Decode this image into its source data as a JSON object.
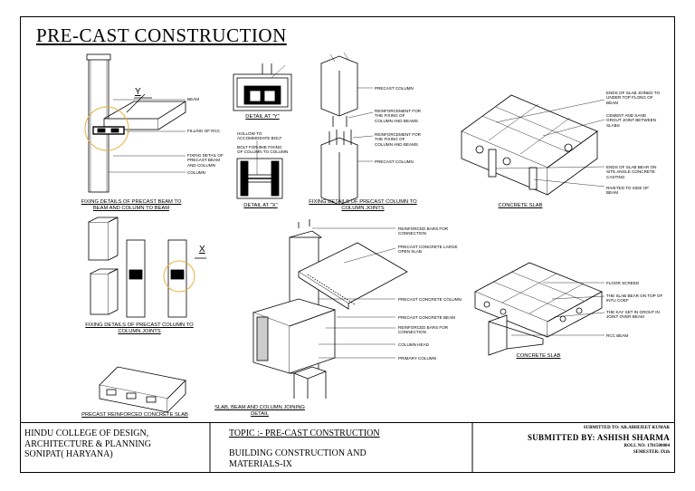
{
  "sheet_title": "PRE-CAST CONSTRUCTION",
  "axis_letters": {
    "y": "Y",
    "x": "X"
  },
  "captions": {
    "beam_column": "FIXING DETAILS OF PRECAST BEAM TO\nBEAM AND COLUMN TO BEAM",
    "detail_y": "DETAIL AT \"Y\"",
    "detail_x": "DETAIL AT \"X\"",
    "column_joints_top": "FIXING DETAILS OF PRECAST COLUMN TO\nCOLUMN JOINTS",
    "concrete_slab_top": "CONCRETE SLAB",
    "column_joints_left": "FIXING DETAILS OF PRECAST COLUMN TO\nCOLUMN JOINTS",
    "slab_beam_column": "SLAB, BEAM AND COLUMN JOINING\nDETAIL",
    "concrete_slab_bottom": "CONCRETE SLAB",
    "reinforced_slab": "PRECAST REINFORCED CONCRETE SLAB"
  },
  "labels": {
    "beam": "BEAM",
    "filling_rcc": "FILLING OF RCC",
    "fixing_detail": "FIXING DETAIL OF\nPRECAST BEAM\nAND COLUMN",
    "column": "COLUMN",
    "hollow_bolt": "HOLLOW TO\nACCOMMODATE BOLT",
    "bolt_fixing": "BOLT FOR THE FIXING\nOF COLUMN TO COLUMN",
    "precast_column_1": "PRECAST COLUMN",
    "reinf_fixing_1": "REINFORCEMENT FOR\nTHE FIXING OF\nCOLUMN AND BEAMS",
    "reinf_fixing_2": "REINFORCEMENT FOR\nTHE FIXING OF\nCOLUMN AND BEAMS",
    "precast_column_2": "PRECAST COLUMN",
    "slab_ends_joined": "ENDS OF SLAB JOINED TO\nUNDER TOP FLONG OF\nBEAM",
    "cement_sand": "CEMENT AND SAND\nGROUT JOINT BETWEEN\nSLABS",
    "slab_bear": "ENDS OF SLAB BEAR ON\nSITE ANGLE CONCRETE\nCASTING",
    "rivited": "RIVETED TO SIDE OF\nBEAM",
    "reinf_bars_conn_1": "REINFORCED BARS FOR\nCONNECTION",
    "precast_large_slab": "PRECAST CONCRETE LARGE\nOPEN SLAB",
    "precast_concrete_column": "PRECAST CONCRETE COLUMN",
    "precast_concrete_beam": "PRECAST CONCRETE BEAM",
    "reinf_bars_conn_2": "REINFORCED BARS FOR\nCONNECTION",
    "column_head": "COLUMN HEAD",
    "primary_column": "PRIMARY COLUMN",
    "floor_screed": "FLOOR SCREED",
    "slab_bear_top": "THE SLAB BEAR ON TOP OF\nINTU COEF",
    "key_set": "THE KAY SET IN GROUT IN\nJOINT OVER BEAM",
    "rcc_beam": "RCC BEAM"
  },
  "title_block": {
    "college": "HINDU COLLEGE OF DESIGN,\nARCHITECTURE & PLANNING\nSONIPAT( HARYANA)",
    "topic": "TOPIC :- PRE-CAST CONSTRUCTION",
    "subject": "BUILDING CONSTRUCTION AND\nMATERIALS-IX",
    "submitted_to": "SUBMITTED TO: AR.ABHIJEET KUMAR",
    "submitted_by": "SUBMITTED BY: ASHISH SHARMA",
    "roll_no": "ROLL NO: 1701500004",
    "semester": "SEMESTER: IXth"
  }
}
